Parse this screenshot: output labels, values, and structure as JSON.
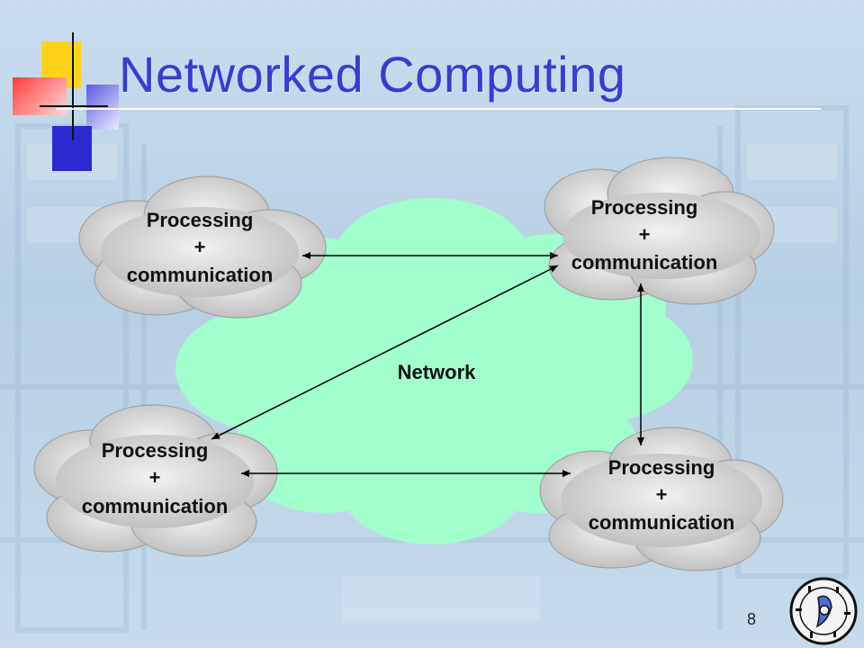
{
  "slide": {
    "title": "Networked Computing",
    "page_number": "8"
  },
  "diagram": {
    "network_label": "Network",
    "nodes": [
      {
        "id": "top-left",
        "line1": "Processing",
        "line2": "+",
        "line3": "communication"
      },
      {
        "id": "top-right",
        "line1": "Processing",
        "line2": "+",
        "line3": "communication"
      },
      {
        "id": "bottom-left",
        "line1": "Processing",
        "line2": "+",
        "line3": "communication"
      },
      {
        "id": "bottom-right",
        "line1": "Processing",
        "line2": "+",
        "line3": "communication"
      }
    ]
  },
  "colors": {
    "title": "#3a3ad6",
    "network_fill": "#a0ffcc",
    "node_fill": "#d9d9d9",
    "accent_yellow": "#ffd21a",
    "accent_red": "#ff5a5a",
    "accent_blue": "#2a2ad0"
  },
  "icons": {
    "logo": "compass-logo-icon"
  }
}
